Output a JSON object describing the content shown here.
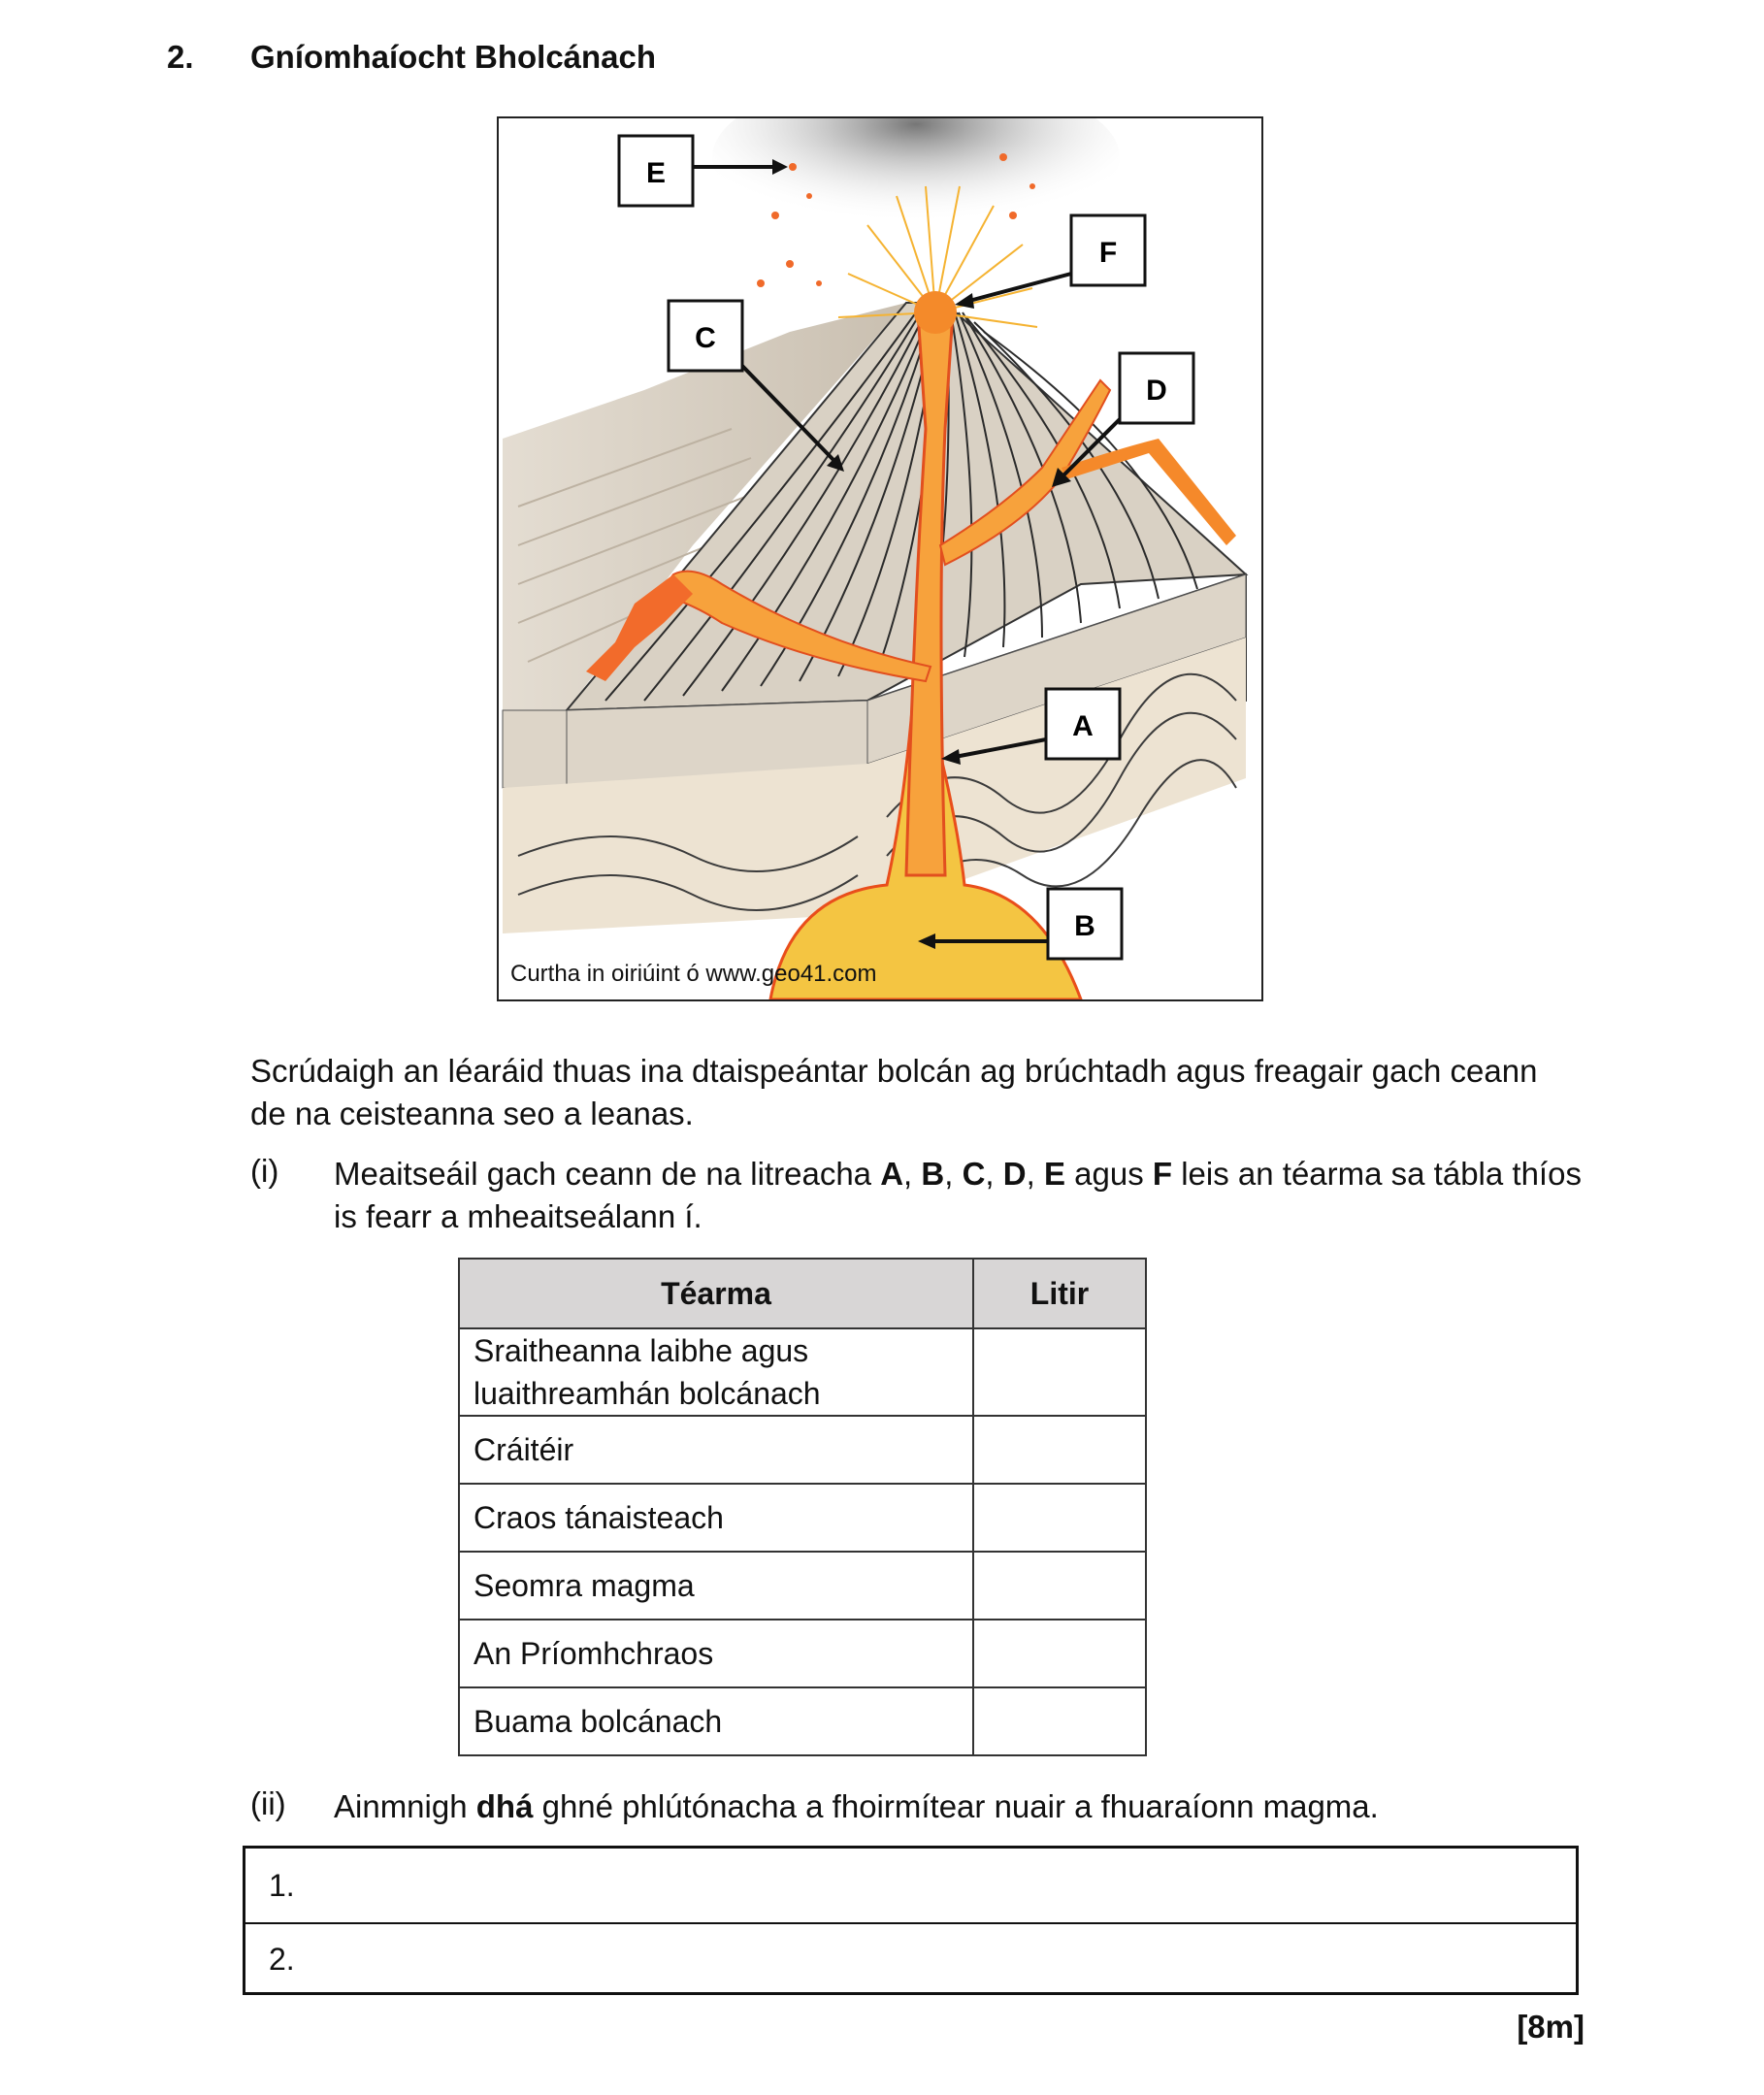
{
  "question": {
    "number": "2.",
    "title": "Gníomhaíocht Bholcánach"
  },
  "figure": {
    "labels": {
      "A": "A",
      "B": "B",
      "C": "C",
      "D": "D",
      "E": "E",
      "F": "F"
    },
    "credit": "Curtha in oiriúint ó www.geo41.com"
  },
  "intro": "Scrúdaigh an léaráid thuas ina dtaispeántar bolcán ag brúchtadh agus freagair gach ceann de na ceisteanna seo a leanas.",
  "part_i": {
    "number": "(i)",
    "text_before": "Meaitseáil gach ceann de na litreacha ",
    "letters": [
      "A",
      "B",
      "C",
      "D",
      "E",
      "F"
    ],
    "sep_comma": ", ",
    "sep_and": " agus ",
    "text_after": " leis an téarma sa tábla thíos is fearr a mheaitseálann í."
  },
  "table": {
    "headers": {
      "term": "Téarma",
      "letter": "Litir"
    },
    "rows": [
      {
        "term": "Sraitheanna laibhe agus luaithreamhán bolcánach",
        "letter": ""
      },
      {
        "term": "Cráitéir",
        "letter": ""
      },
      {
        "term": "Craos tánaisteach",
        "letter": ""
      },
      {
        "term": "Seomra magma",
        "letter": ""
      },
      {
        "term": "An Príomhchraos",
        "letter": ""
      },
      {
        "term": "Buama bolcánach",
        "letter": ""
      }
    ]
  },
  "part_ii": {
    "number": "(ii)",
    "text_before": "Ainmnigh ",
    "bold": "dhá",
    "text_after": " ghné phlútónacha a fhoirmítear nuair a fhuaraíonn magma.",
    "answers": [
      "1.",
      "2."
    ]
  },
  "marks": "[8m]"
}
